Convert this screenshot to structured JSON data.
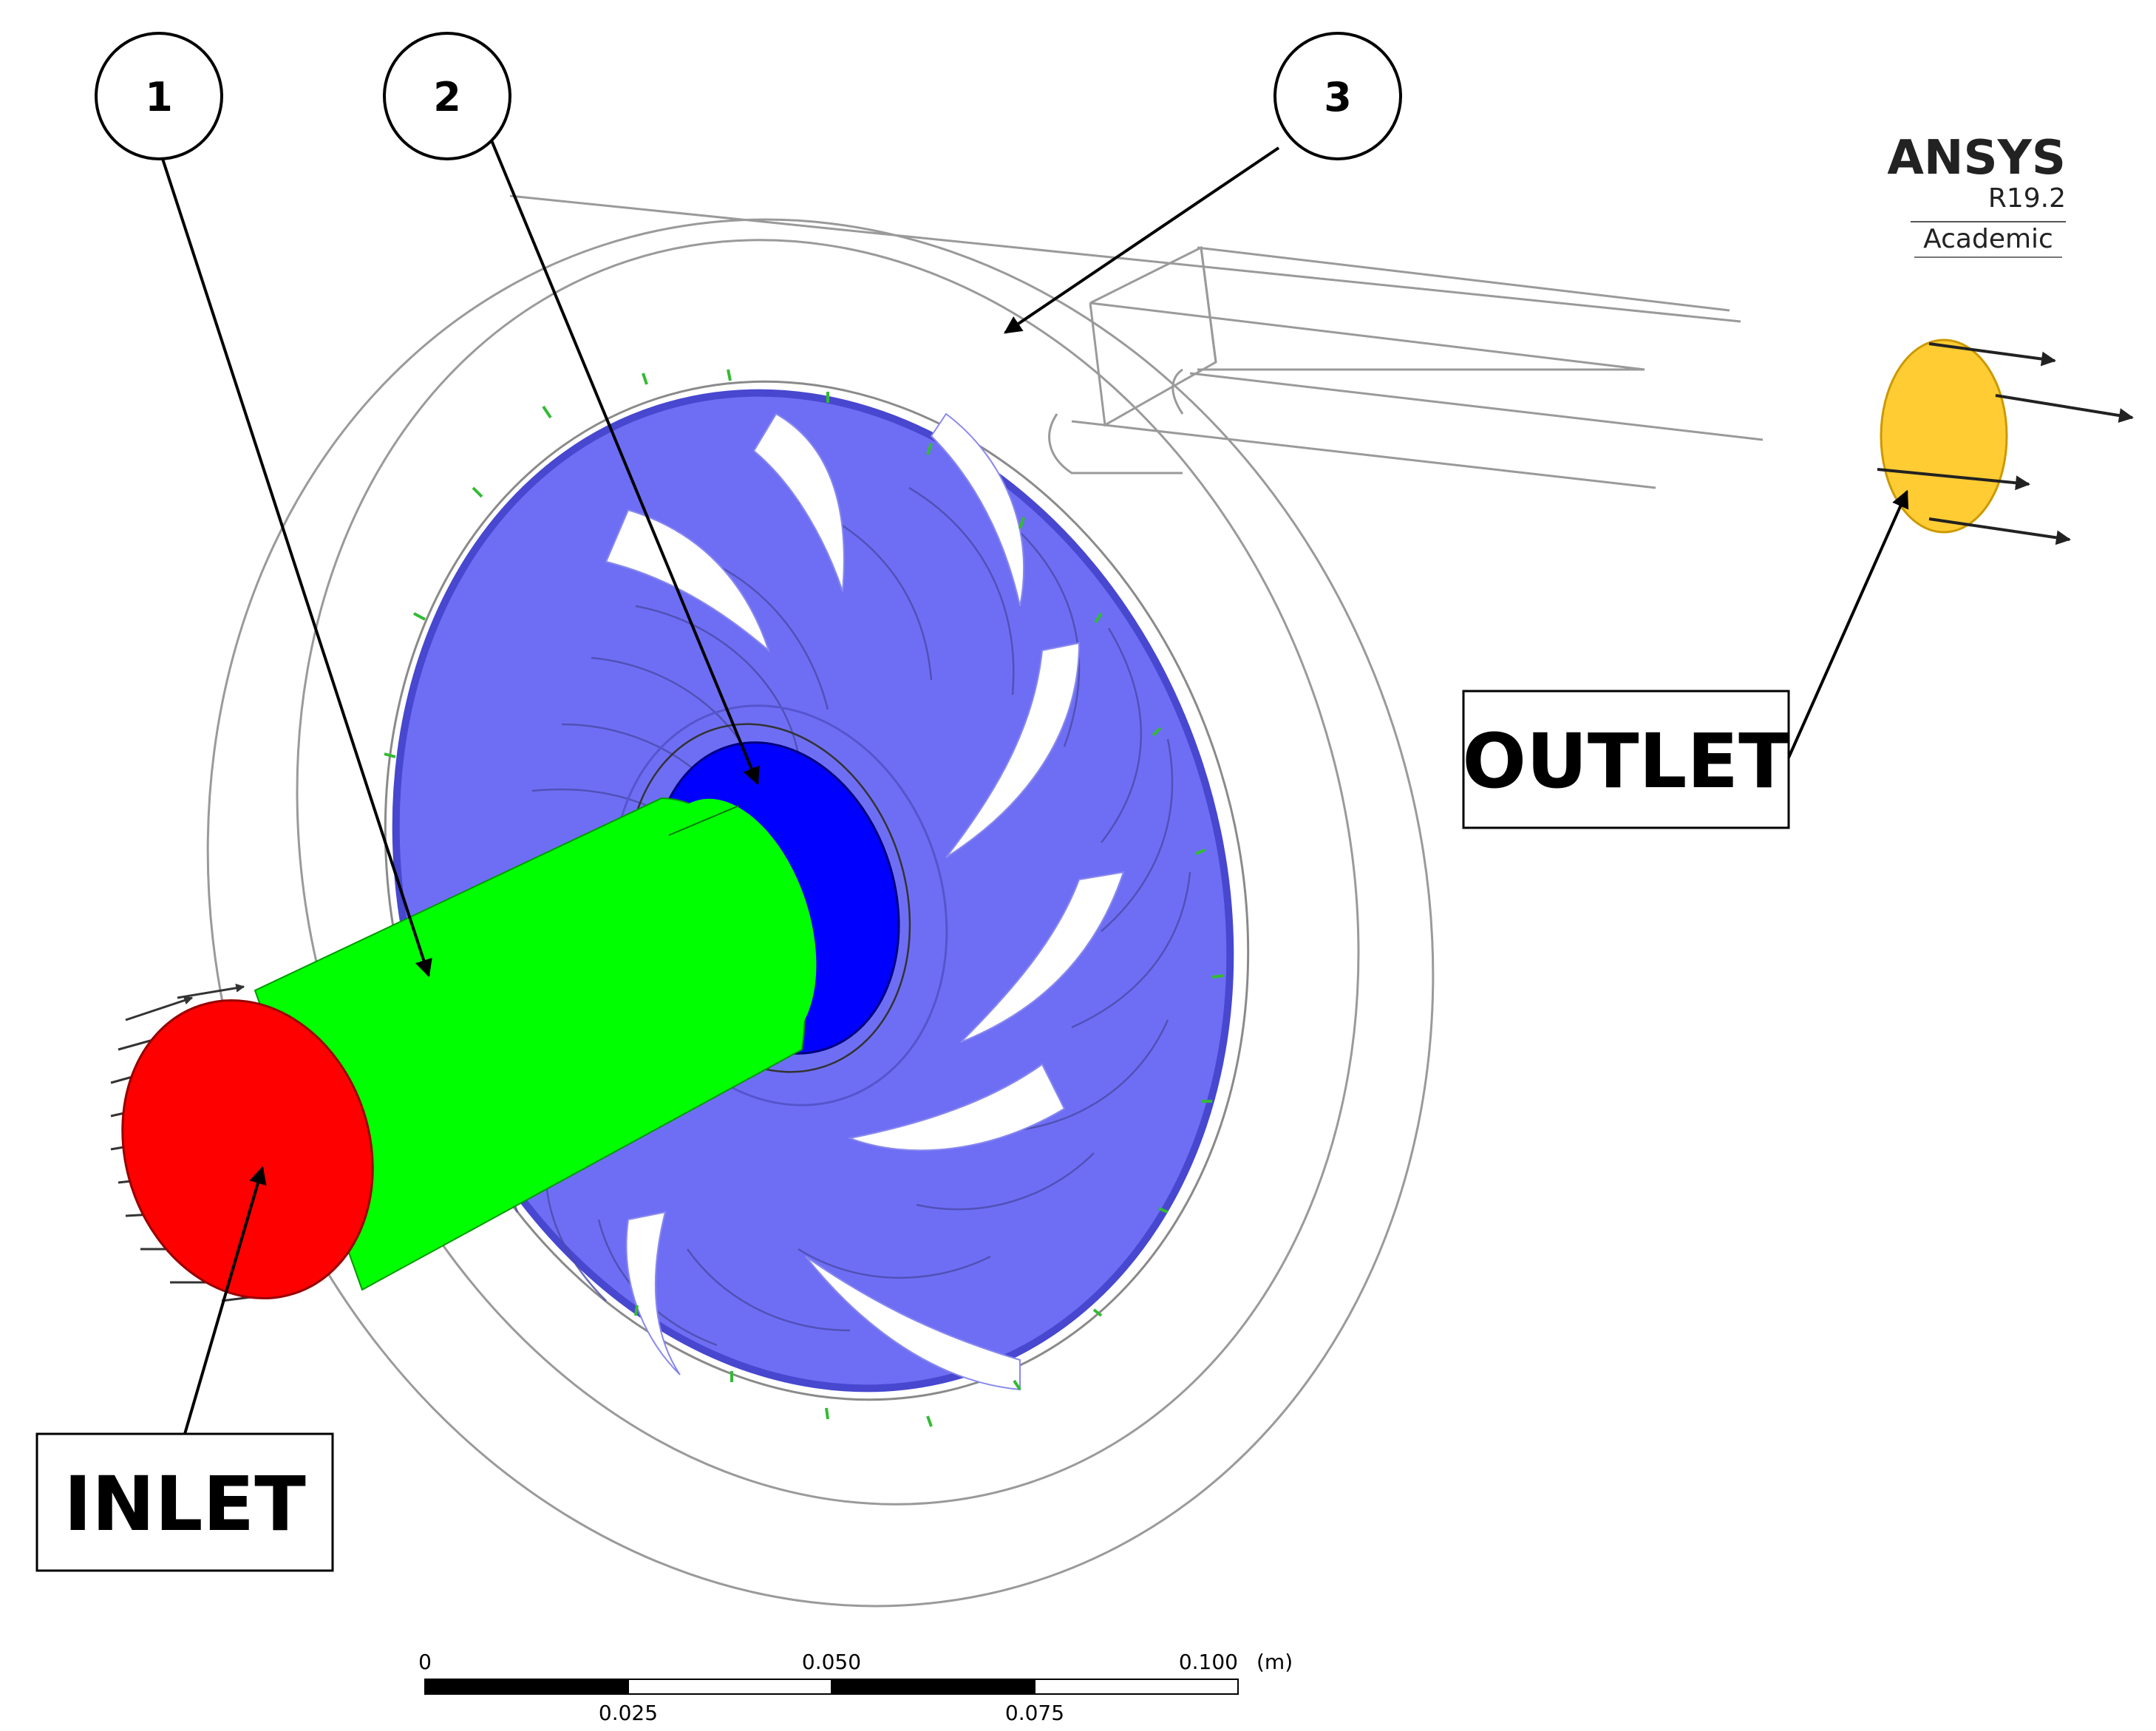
{
  "logo": {
    "brand": "ANSYS",
    "version": "R19.2",
    "edition": "Academic"
  },
  "callouts": [
    {
      "id": "1",
      "label": "1"
    },
    {
      "id": "2",
      "label": "2"
    },
    {
      "id": "3",
      "label": "3"
    }
  ],
  "boundary_labels": {
    "inlet": "INLET",
    "outlet": "OUTLET"
  },
  "scale_bar": {
    "top_ticks": [
      "0",
      "0.050",
      "0.100"
    ],
    "bottom_ticks": [
      "0.025",
      "0.075"
    ],
    "unit": "(m)"
  },
  "colors": {
    "inlet_face": "#ff0000",
    "inlet_pipe": "#00ff00",
    "impeller_eye": "#0000ff",
    "impeller": "#6e6ef5",
    "outlet_face": "#ffcc33",
    "wireframe": "#9a9a9a",
    "leader": "#000000"
  }
}
